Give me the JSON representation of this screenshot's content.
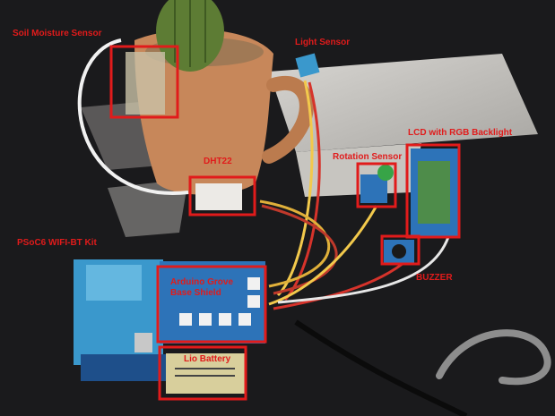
{
  "labels": {
    "soil_moisture": "Soil Moisture Sensor",
    "light": "Light Sensor",
    "lcd": "LCD with RGB Backlight",
    "rotation": "Rotation Sensor",
    "dht22": "DHT22",
    "psoc6": "PSoC6 WIFI-BT Kit",
    "shield_line1": "Arduino Grove",
    "shield_line2": "Base Shield",
    "buzzer": "BUZZER",
    "battery": "Lio Battery"
  },
  "colors": {
    "annotation": "#e11b1b",
    "backdrop": "#1a1a1c",
    "board": "#3a98cc",
    "shield": "#2d73b8",
    "lcd_screen": "#4e8c4a",
    "cactus": "#5d7c34",
    "pot": "#c7875a"
  }
}
